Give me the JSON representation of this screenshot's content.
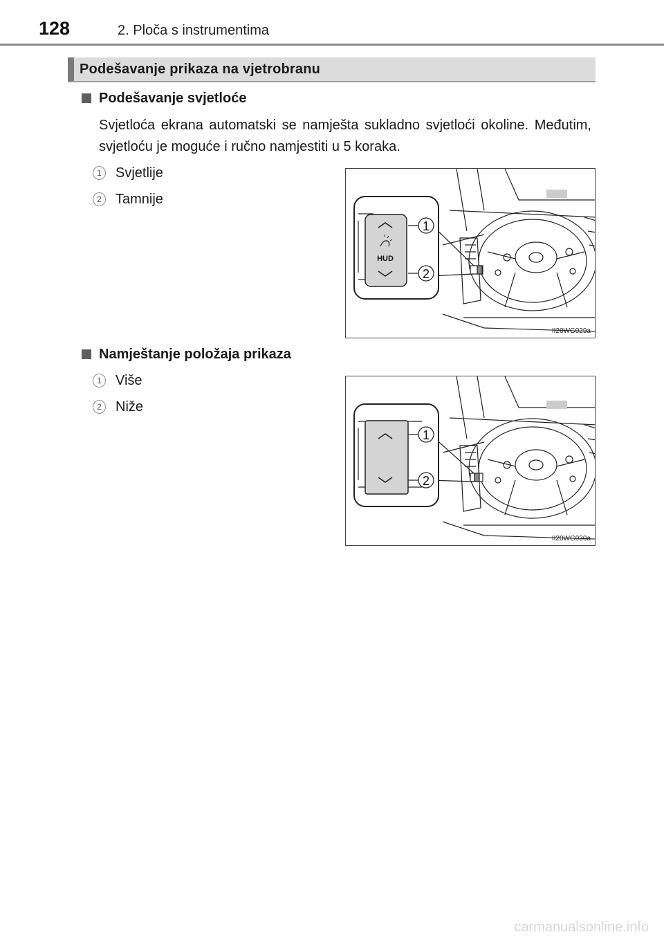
{
  "header": {
    "page_number": "128",
    "chapter": "2. Ploča s instrumentima"
  },
  "section": {
    "title": "Podešavanje prikaza na vjetrobranu"
  },
  "brightness": {
    "heading": "Podešavanje svjetloće",
    "text": "Svjetloća ekrana automatski se namješta sukladno svjetloći okoline. Međutim, svjetloću je moguće i ručno namjestiti u 5 koraka.",
    "items": [
      {
        "num": "1",
        "label": "Svjetlije"
      },
      {
        "num": "2",
        "label": "Tamnije"
      }
    ],
    "figure": {
      "code": "II20WG029a",
      "switch_label": "HUD",
      "callouts": [
        "1",
        "2"
      ]
    }
  },
  "position": {
    "heading": "Namještanje položaja prikaza",
    "items": [
      {
        "num": "1",
        "label": "Više"
      },
      {
        "num": "2",
        "label": "Niže"
      }
    ],
    "figure": {
      "code": "II20WG030a",
      "callouts": [
        "1",
        "2"
      ]
    }
  },
  "footer": {
    "watermark": "carmanualsonline.info"
  }
}
